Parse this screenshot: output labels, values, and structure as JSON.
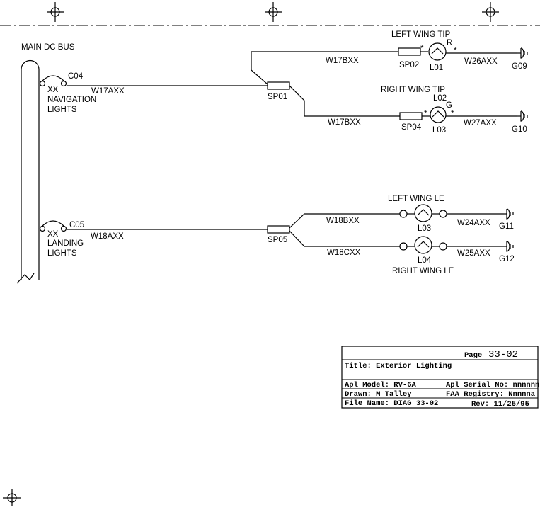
{
  "bus": {
    "label": "MAIN DC BUS"
  },
  "nav_circuit": {
    "breaker": "C04",
    "breaker_xx": "XX",
    "name_line1": "NAVIGATION",
    "name_line2": "LIGHTS",
    "main_wire": "W17AXX",
    "splice": "SP01",
    "left_tip": {
      "title": "LEFT WING TIP",
      "wire_in": "W17BXX",
      "splice": "SP02",
      "lamp": "L01",
      "lamp_color": "R",
      "star": "*",
      "wire_out": "W26AXX",
      "ground": "G09"
    },
    "right_tip": {
      "title": "RIGHT WING TIP",
      "wire_in": "W17BXX",
      "splice": "SP04",
      "lamp_top": "L02",
      "lamp": "L03",
      "lamp_color": "G",
      "star": "*",
      "wire_out": "W27AXX",
      "ground": "G10"
    }
  },
  "landing_circuit": {
    "breaker": "C05",
    "breaker_xx": "XX",
    "name_line1": "LANDING",
    "name_line2": "LIGHTS",
    "main_wire": "W18AXX",
    "splice": "SP05",
    "left_le": {
      "title": "LEFT WING LE",
      "wire_in": "W18BXX",
      "lamp": "L03",
      "wire_out": "W24AXX",
      "ground": "G11"
    },
    "right_le": {
      "title": "RIGHT WING LE",
      "wire_in": "W18CXX",
      "lamp": "L04",
      "wire_out": "W25AXX",
      "ground": "G12"
    }
  },
  "title_block": {
    "page_label": "Page",
    "page_number": "33-02",
    "title": "Title: Exterior Lighting",
    "model": "Apl Model: RV-6A",
    "serial": "Apl Serial No: nnnnnn",
    "drawn": "Drawn: M Talley",
    "registry": "FAA Registry: Nnnnna",
    "file_name": "File Name: DIAG 33-02",
    "rev": "Rev: 11/25/95"
  }
}
